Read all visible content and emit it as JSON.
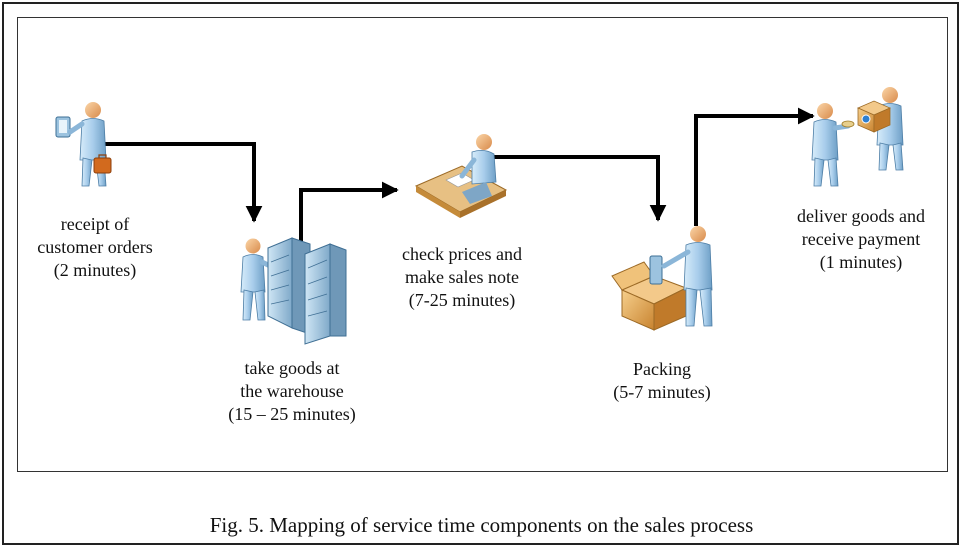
{
  "diagram": {
    "steps": [
      {
        "lines": [
          "receipt of",
          "customer orders",
          "(2 minutes)"
        ]
      },
      {
        "lines": [
          "take goods at",
          "the warehouse",
          "(15 – 25 minutes)"
        ]
      },
      {
        "lines": [
          "check prices and",
          "make sales note",
          "(7-25 minutes)"
        ]
      },
      {
        "lines": [
          "Packing",
          "(5-7 minutes)"
        ]
      },
      {
        "lines": [
          "deliver goods and",
          "receive payment",
          "(1 minutes)"
        ]
      }
    ],
    "caption": "Fig. 5. Mapping of service time components on the sales process"
  }
}
